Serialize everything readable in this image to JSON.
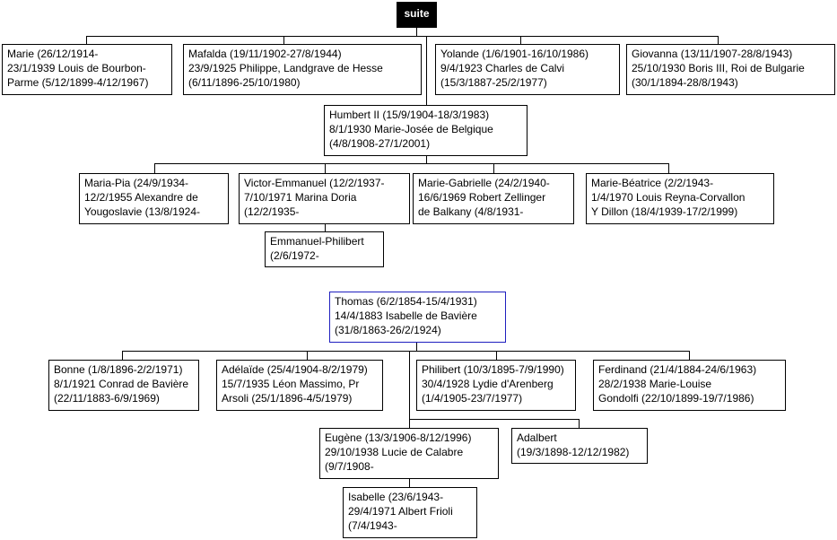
{
  "suite_label": "suite",
  "people": {
    "marie": [
      "Marie (26/12/1914-",
      "23/1/1939 Louis de Bourbon-",
      "Parme (5/12/1899-4/12/1967)"
    ],
    "mafalda": [
      "Mafalda (19/11/1902-27/8/1944)",
      "23/9/1925 Philippe, Landgrave de Hesse",
      "(6/11/1896-25/10/1980)"
    ],
    "yolande": [
      "Yolande (1/6/1901-16/10/1986)",
      "9/4/1923 Charles de Calvi",
      "(15/3/1887-25/2/1977)"
    ],
    "giovanna": [
      "Giovanna (13/11/1907-28/8/1943)",
      "25/10/1930 Boris III, Roi de Bulgarie",
      "(30/1/1894-28/8/1943)"
    ],
    "humbert": [
      "Humbert II (15/9/1904-18/3/1983)",
      "8/1/1930 Marie-Josée de Belgique",
      "(4/8/1908-27/1/2001)"
    ],
    "maria_pia": [
      "Maria-Pia (24/9/1934-",
      "12/2/1955 Alexandre de",
      "Yougoslavie  (13/8/1924-"
    ],
    "victor_emmanuel": [
      "Victor-Emmanuel (12/2/1937-",
      "7/10/1971 Marina Doria",
      "(12/2/1935-"
    ],
    "marie_gabrielle": [
      "Marie-Gabrielle (24/2/1940-",
      "16/6/1969 Robert Zellinger",
      "de Balkany (4/8/1931-"
    ],
    "marie_beatrice": [
      "Marie-Béatrice (2/2/1943-",
      "1/4/1970 Louis Reyna-Corvallon",
      "Y Dillon (18/4/1939-17/2/1999)"
    ],
    "emmanuel_philibert": [
      "Emmanuel-Philibert",
      "(2/6/1972-"
    ],
    "thomas": [
      "Thomas (6/2/1854-15/4/1931)",
      "14/4/1883 Isabelle de Bavière",
      "(31/8/1863-26/2/1924)"
    ],
    "bonne": [
      "Bonne (1/8/1896-2/2/1971)",
      "8/1/1921 Conrad de Bavière",
      "(22/11/1883-6/9/1969)"
    ],
    "adelaide": [
      "Adélaïde (25/4/1904-8/2/1979)",
      "15/7/1935 Léon Massimo, Pr",
      "Arsoli (25/1/1896-4/5/1979)"
    ],
    "philibert": [
      "Philibert (10/3/1895-7/9/1990)",
      "30/4/1928 Lydie d'Arenberg",
      "(1/4/1905-23/7/1977)"
    ],
    "ferdinand": [
      "Ferdinand (21/4/1884-24/6/1963)",
      "28/2/1938 Marie-Louise",
      "Gondolfi (22/10/1899-19/7/1986)"
    ],
    "eugene": [
      "Eugène (13/3/1906-8/12/1996)",
      "29/10/1938 Lucie de Calabre",
      "(9/7/1908-"
    ],
    "adalbert": [
      "Adalbert",
      "(19/3/1898-12/12/1982)"
    ],
    "isabelle": [
      "Isabelle (23/6/1943-",
      "29/4/1971 Albert Frioli",
      "(7/4/1943-"
    ]
  }
}
